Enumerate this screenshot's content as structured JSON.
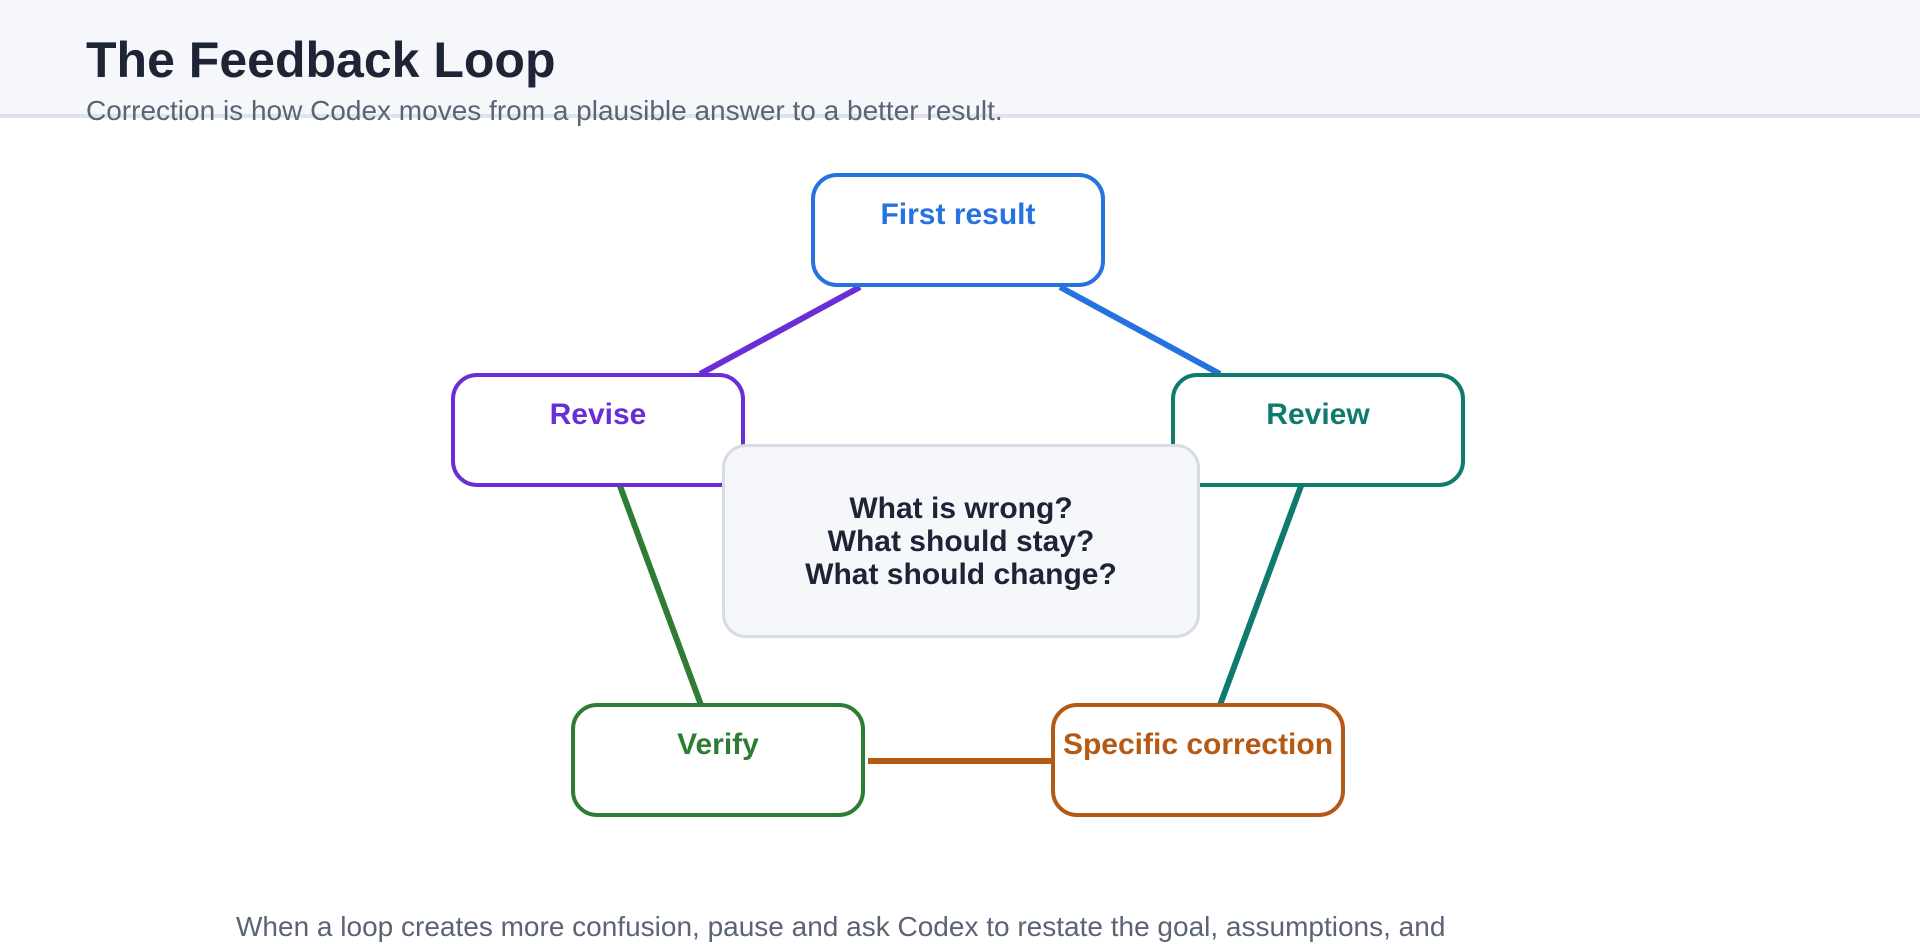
{
  "header": {
    "title": "The Feedback Loop",
    "subtitle": "Correction is how Codex moves from a plausible answer to a better result."
  },
  "nodes": {
    "first_result": {
      "label": "First result",
      "color": "#2672e0"
    },
    "review": {
      "label": "Review",
      "color": "#0f7a6e"
    },
    "specific_correction": {
      "label": "Specific correction",
      "color": "#b55a14"
    },
    "verify": {
      "label": "Verify",
      "color": "#2f7d34"
    },
    "revise": {
      "label": "Revise",
      "color": "#6a2ed6"
    }
  },
  "center": {
    "lines": [
      "What is wrong?",
      "What should stay?",
      "What should change?"
    ]
  },
  "footer": {
    "text": "When a loop creates more confusion, pause and ask Codex to restate the goal, assumptions, and"
  }
}
